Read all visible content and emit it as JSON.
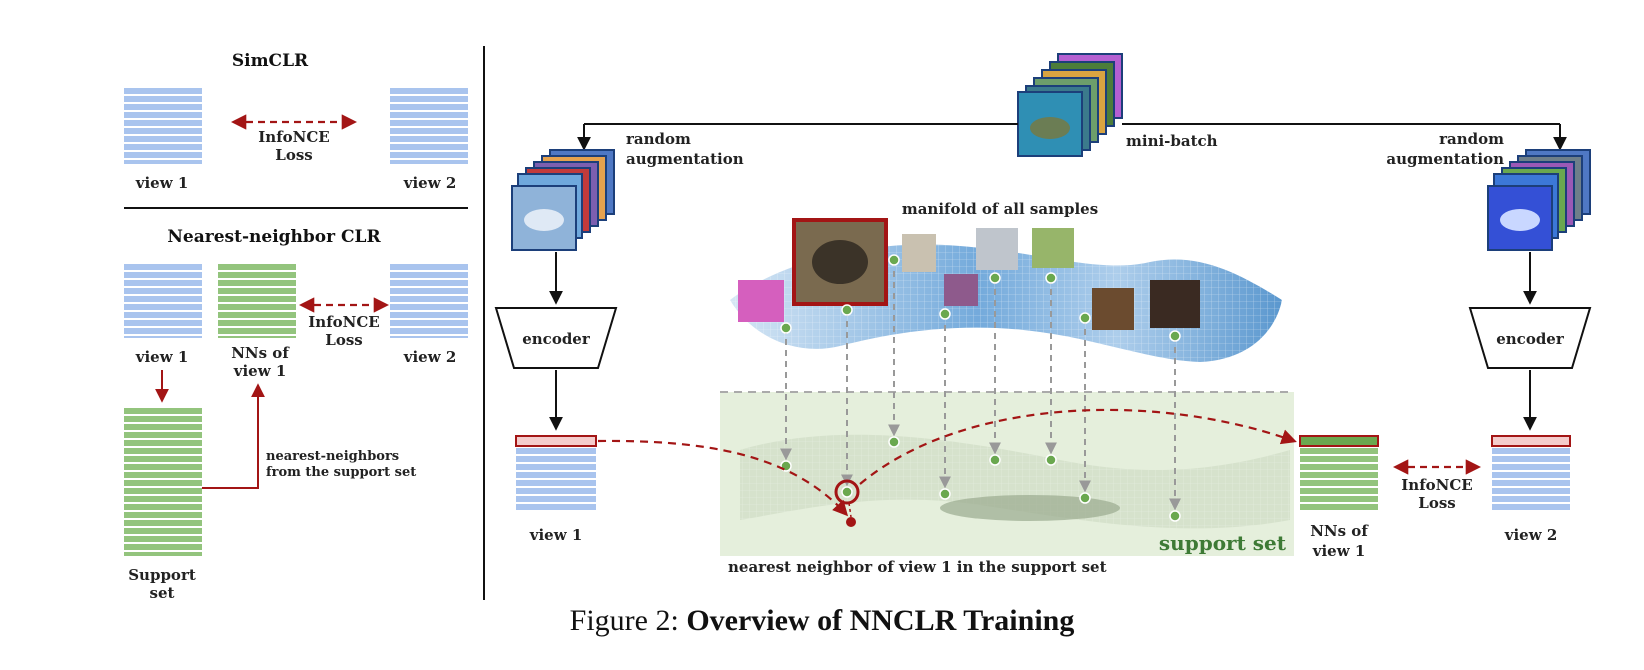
{
  "left_panel": {
    "simclr": {
      "title": "SimCLR",
      "view1": "view 1",
      "view2": "view 2",
      "loss_line1": "InfoNCE",
      "loss_line2": "Loss"
    },
    "nnclr": {
      "title": "Nearest-neighbor CLR",
      "view1": "view 1",
      "nns_line1": "NNs of",
      "nns_line2": "view 1",
      "view2": "view 2",
      "loss_line1": "InfoNCE",
      "loss_line2": "Loss",
      "support_line1": "Support",
      "support_line2": "set",
      "nn_note_line1": "nearest-neighbors",
      "nn_note_line2": "from the support set"
    }
  },
  "right_panel": {
    "minibatch": "mini-batch",
    "aug_left_line1": "random",
    "aug_left_line2": "augmentation",
    "aug_right_line1": "random",
    "aug_right_line2": "augmentation",
    "manifold": "manifold of  all samples",
    "encoder_left": "encoder",
    "encoder_right": "encoder",
    "view1": "view 1",
    "view2": "view 2",
    "nns_line1": "NNs of",
    "nns_line2": "view 1",
    "loss_line1": "InfoNCE",
    "loss_line2": "Loss",
    "support_set": "support set",
    "nn_caption": "nearest neighbor of view 1 in the support set"
  },
  "caption": {
    "prefix": "Figure 2: ",
    "bold": "Overview of NNCLR Training"
  },
  "colors": {
    "blue_embedding": "#a9c4ee",
    "green_embedding": "#93c47d",
    "highlight_red": "#a31515",
    "support_bg": "#e5efdc",
    "manifold_blue": "#6fa8dc",
    "dot_green": "#6aa84f"
  }
}
